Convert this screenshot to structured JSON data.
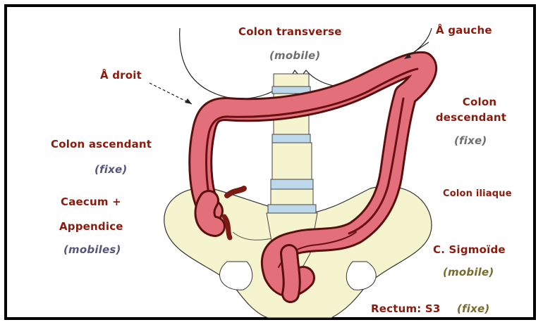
{
  "colors": {
    "label": "#8b1a0c",
    "colon_fill": "#e36f7b",
    "colon_outline": "#5a0f0f",
    "bone": "#f6f3cf",
    "disc": "#bcd8ea",
    "frame": "#000000"
  },
  "labels": {
    "colon_transverse": "Colon transverse",
    "colon_transverse_note": "(mobile)",
    "angle_left": "Å gauche",
    "angle_right": "Å droit",
    "colon_descending_1": "Colon",
    "colon_descending_2": "descendant",
    "colon_descending_note": "(fixe)",
    "colon_ascending": "Colon ascendant",
    "colon_ascending_note": "(fixe)",
    "colon_iliac": "Colon iliaque",
    "caecum": "Caecum +",
    "appendix": "Appendice",
    "caecum_note": "(mobiles)",
    "sigmoid": "C. Sigmoïde",
    "sigmoid_note": "(mobile)",
    "rectum": "Rectum: S3",
    "rectum_note": "(fixe)"
  }
}
